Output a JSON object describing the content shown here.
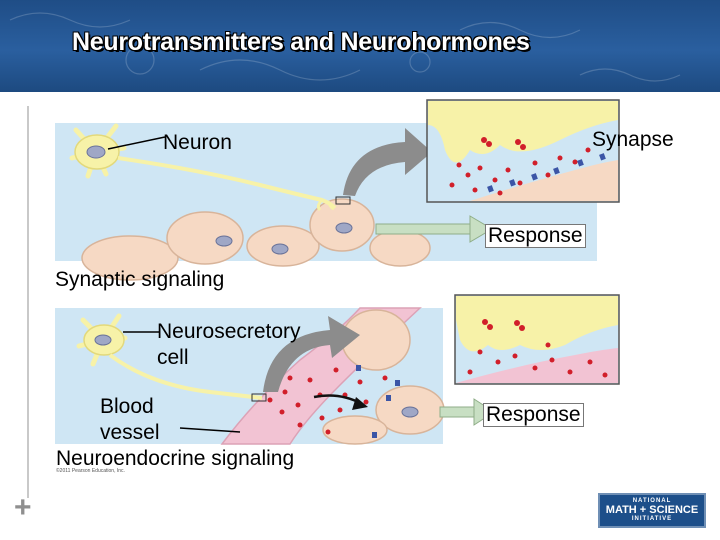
{
  "title": "Neurotransmitters and Neurohormones",
  "panels": {
    "top": {
      "neuron_label": "Neuron",
      "synapse_label": "Synapse",
      "response_label": "Response",
      "caption": "Synaptic signaling"
    },
    "bottom": {
      "neurosecretory_label": "Neurosecretory cell",
      "neurosecretory_line1": "Neurosecretory",
      "neurosecretory_line2": "cell",
      "blood_vessel_line1": "Blood",
      "blood_vessel_line2": "vessel",
      "response_label": "Response",
      "caption": "Neuroendocrine signaling"
    }
  },
  "copyright": "©2011 Pearson Education, Inc.",
  "logo": {
    "line1": "NATIONAL",
    "line2": "MATH + SCIENCE",
    "line3": "INITIATIVE"
  },
  "colors": {
    "header_blue": "#2a5f9f",
    "panel_blue": "#cfe6f4",
    "neuron_yellow": "#f7f2a8",
    "cell_tan": "#f6d9c4",
    "vesicle_red": "#d11f2a",
    "receptor_blue": "#3b55a6",
    "arrow_gray": "#8c8c8c",
    "response_arrow_green": "#c8dfc3",
    "blood_pink": "#f2c3d3"
  }
}
